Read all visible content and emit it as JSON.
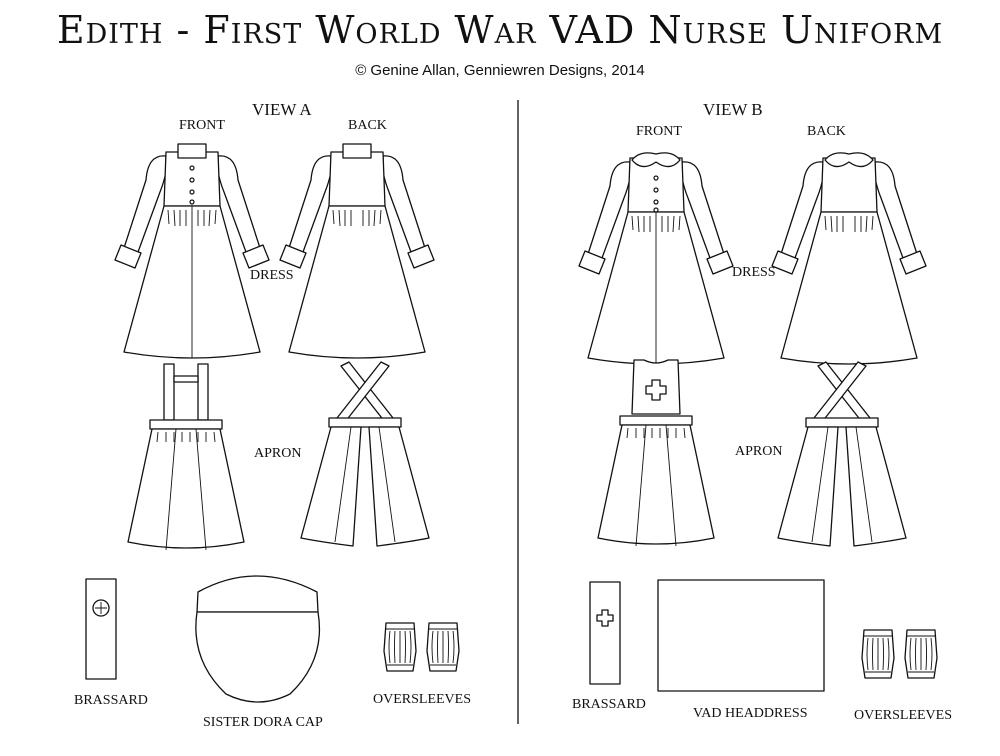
{
  "header": {
    "title": "Edith - First World War VAD Nurse Uniform",
    "credit": "© Genine Allan, Genniewren Designs, 2014"
  },
  "view_a": {
    "heading": "VIEW A",
    "front": "FRONT",
    "back": "BACK",
    "dress": "DRESS",
    "apron": "APRON",
    "brassard": "BRASSARD",
    "cap": "SISTER DORA CAP",
    "oversleeves": "OVERSLEEVES"
  },
  "view_b": {
    "heading": "VIEW B",
    "front": "FRONT",
    "back": "BACK",
    "dress": "DRESS",
    "apron": "APRON",
    "brassard": "BRASSARD",
    "headdress": "VAD HEADDRESS",
    "oversleeves": "OVERSLEEVES"
  }
}
